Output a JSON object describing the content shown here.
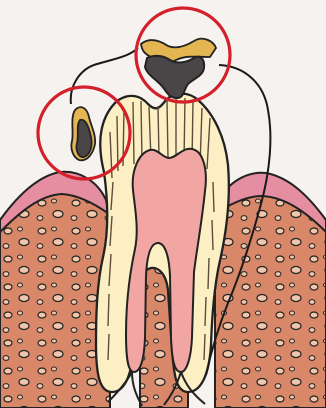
{
  "image": {
    "subject": "tooth-cross-section",
    "regions": [
      {
        "id": "bone",
        "color": "#d98769"
      },
      {
        "id": "gum",
        "color": "#e58da1"
      },
      {
        "id": "enamel",
        "color": "#fff6bf"
      },
      {
        "id": "dentin",
        "color": "#fbefc3"
      },
      {
        "id": "pulp",
        "color": "#f2a6a3"
      },
      {
        "id": "cavity",
        "color": "#4a4648"
      },
      {
        "id": "caries-stain",
        "color": "#e3b651"
      }
    ],
    "markers": [
      {
        "id": "occlusal-caries",
        "color": "#d4202a"
      },
      {
        "id": "cervical-caries",
        "color": "#d4202a"
      }
    ],
    "callout_line_color": "#1a1a1a"
  }
}
